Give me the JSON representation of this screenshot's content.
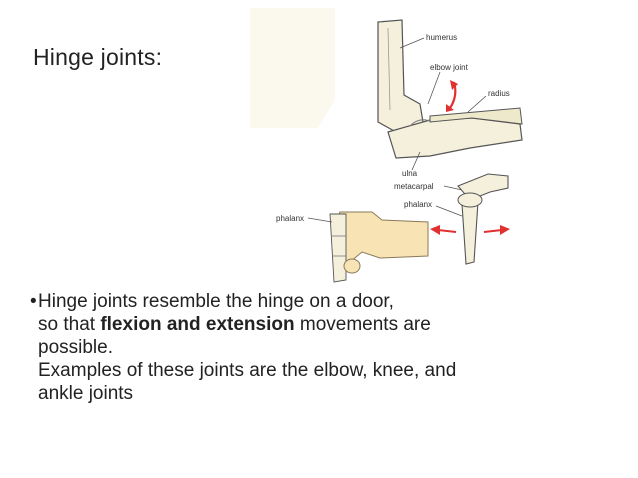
{
  "slide": {
    "title": "Hinge joints:",
    "figure": {
      "labels": {
        "humerus": "humerus",
        "elbow_joint": "elbow joint",
        "radius": "radius",
        "ulna": "ulna",
        "metacarpal": "metacarpal",
        "phalanx_right": "phalanx",
        "phalanx_left": "phalanx"
      },
      "colors": {
        "bone": "#f4f0dc",
        "bone_outline": "#555555",
        "skin": "#f7e3b4",
        "arrow": "#e03030",
        "leader": "#555555"
      }
    },
    "body": {
      "bullet": "•",
      "line1": "Hinge joints resemble the hinge on a door,",
      "line2_pre": "so that ",
      "line2_bold": "flexion and extension",
      "line2_post": " movements are",
      "line3": "possible.",
      "line4": "Examples of these joints are the elbow, knee, and",
      "line5": "ankle joints"
    }
  }
}
